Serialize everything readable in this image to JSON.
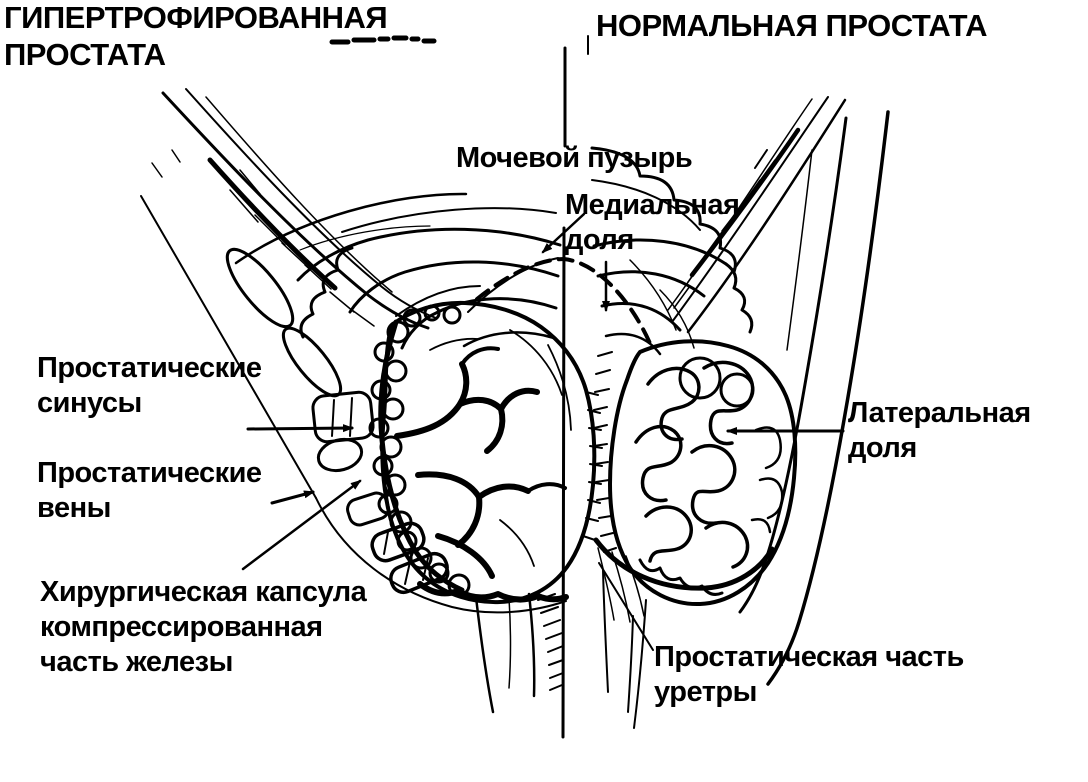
{
  "colors": {
    "ink": "#000000",
    "paper": "#ffffff"
  },
  "titles": {
    "hypertrophied": "ГИПЕРТРОФИРОВАННАЯ\nПРОСТАТА",
    "normal": "НОРМАЛЬНАЯ ПРОСТАТА"
  },
  "labels": {
    "bladder": "Мочевой пузырь",
    "medial_lobe": "Медиальная\nдоля",
    "prostatic_sinuses": "Простатические\nсинусы",
    "prostatic_veins": "Простатические\nвены",
    "surgical_capsule": "Хирургическая капсула\nкомпрессированная\nчасть железы",
    "lateral_lobe": "Латеральная\nдоля",
    "prostatic_urethra": "Простатическая часть\nуретры"
  }
}
